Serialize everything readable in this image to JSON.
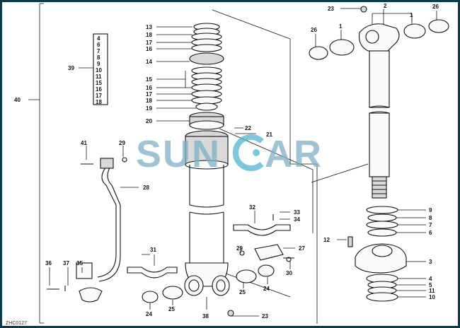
{
  "watermark": {
    "prefix": "SUN",
    "suffix": "AR",
    "color": "#7fb0c8",
    "accent": "#4fb5cf"
  },
  "frame_color": "#0b3b4a",
  "diagram_code": "ZHC0127",
  "kit_list": [
    "4",
    "6",
    "7",
    "8",
    "9",
    "10",
    "11",
    "15",
    "16",
    "17",
    "18"
  ],
  "labels": {
    "l40": "40",
    "l39": "39",
    "l13": "13",
    "l18a": "18",
    "l17a": "17",
    "l16a": "16",
    "l14": "14",
    "l15": "15",
    "l16b": "16",
    "l17b": "17",
    "l18b": "18",
    "l19": "19",
    "l20": "20",
    "l22": "22",
    "l21": "21",
    "l23a": "23",
    "l2": "2",
    "l26a": "26",
    "l1a": "1",
    "l1b": "1",
    "l26b": "26",
    "l41": "41",
    "l29a": "29",
    "l28": "28",
    "l32": "32",
    "l33": "33",
    "l34": "34",
    "l29b": "29",
    "l27": "27",
    "l31": "31",
    "l36": "36",
    "l37": "37",
    "l35": "35",
    "l30": "30",
    "l24a": "24",
    "l25a": "25",
    "l38": "38",
    "l25b": "25",
    "l24b": "24",
    "l23b": "23",
    "l9": "9",
    "l8": "8",
    "l7": "7",
    "l6": "6",
    "l12": "12",
    "l3": "3",
    "l4": "4",
    "l5": "5",
    "l11": "11",
    "l10": "10"
  }
}
